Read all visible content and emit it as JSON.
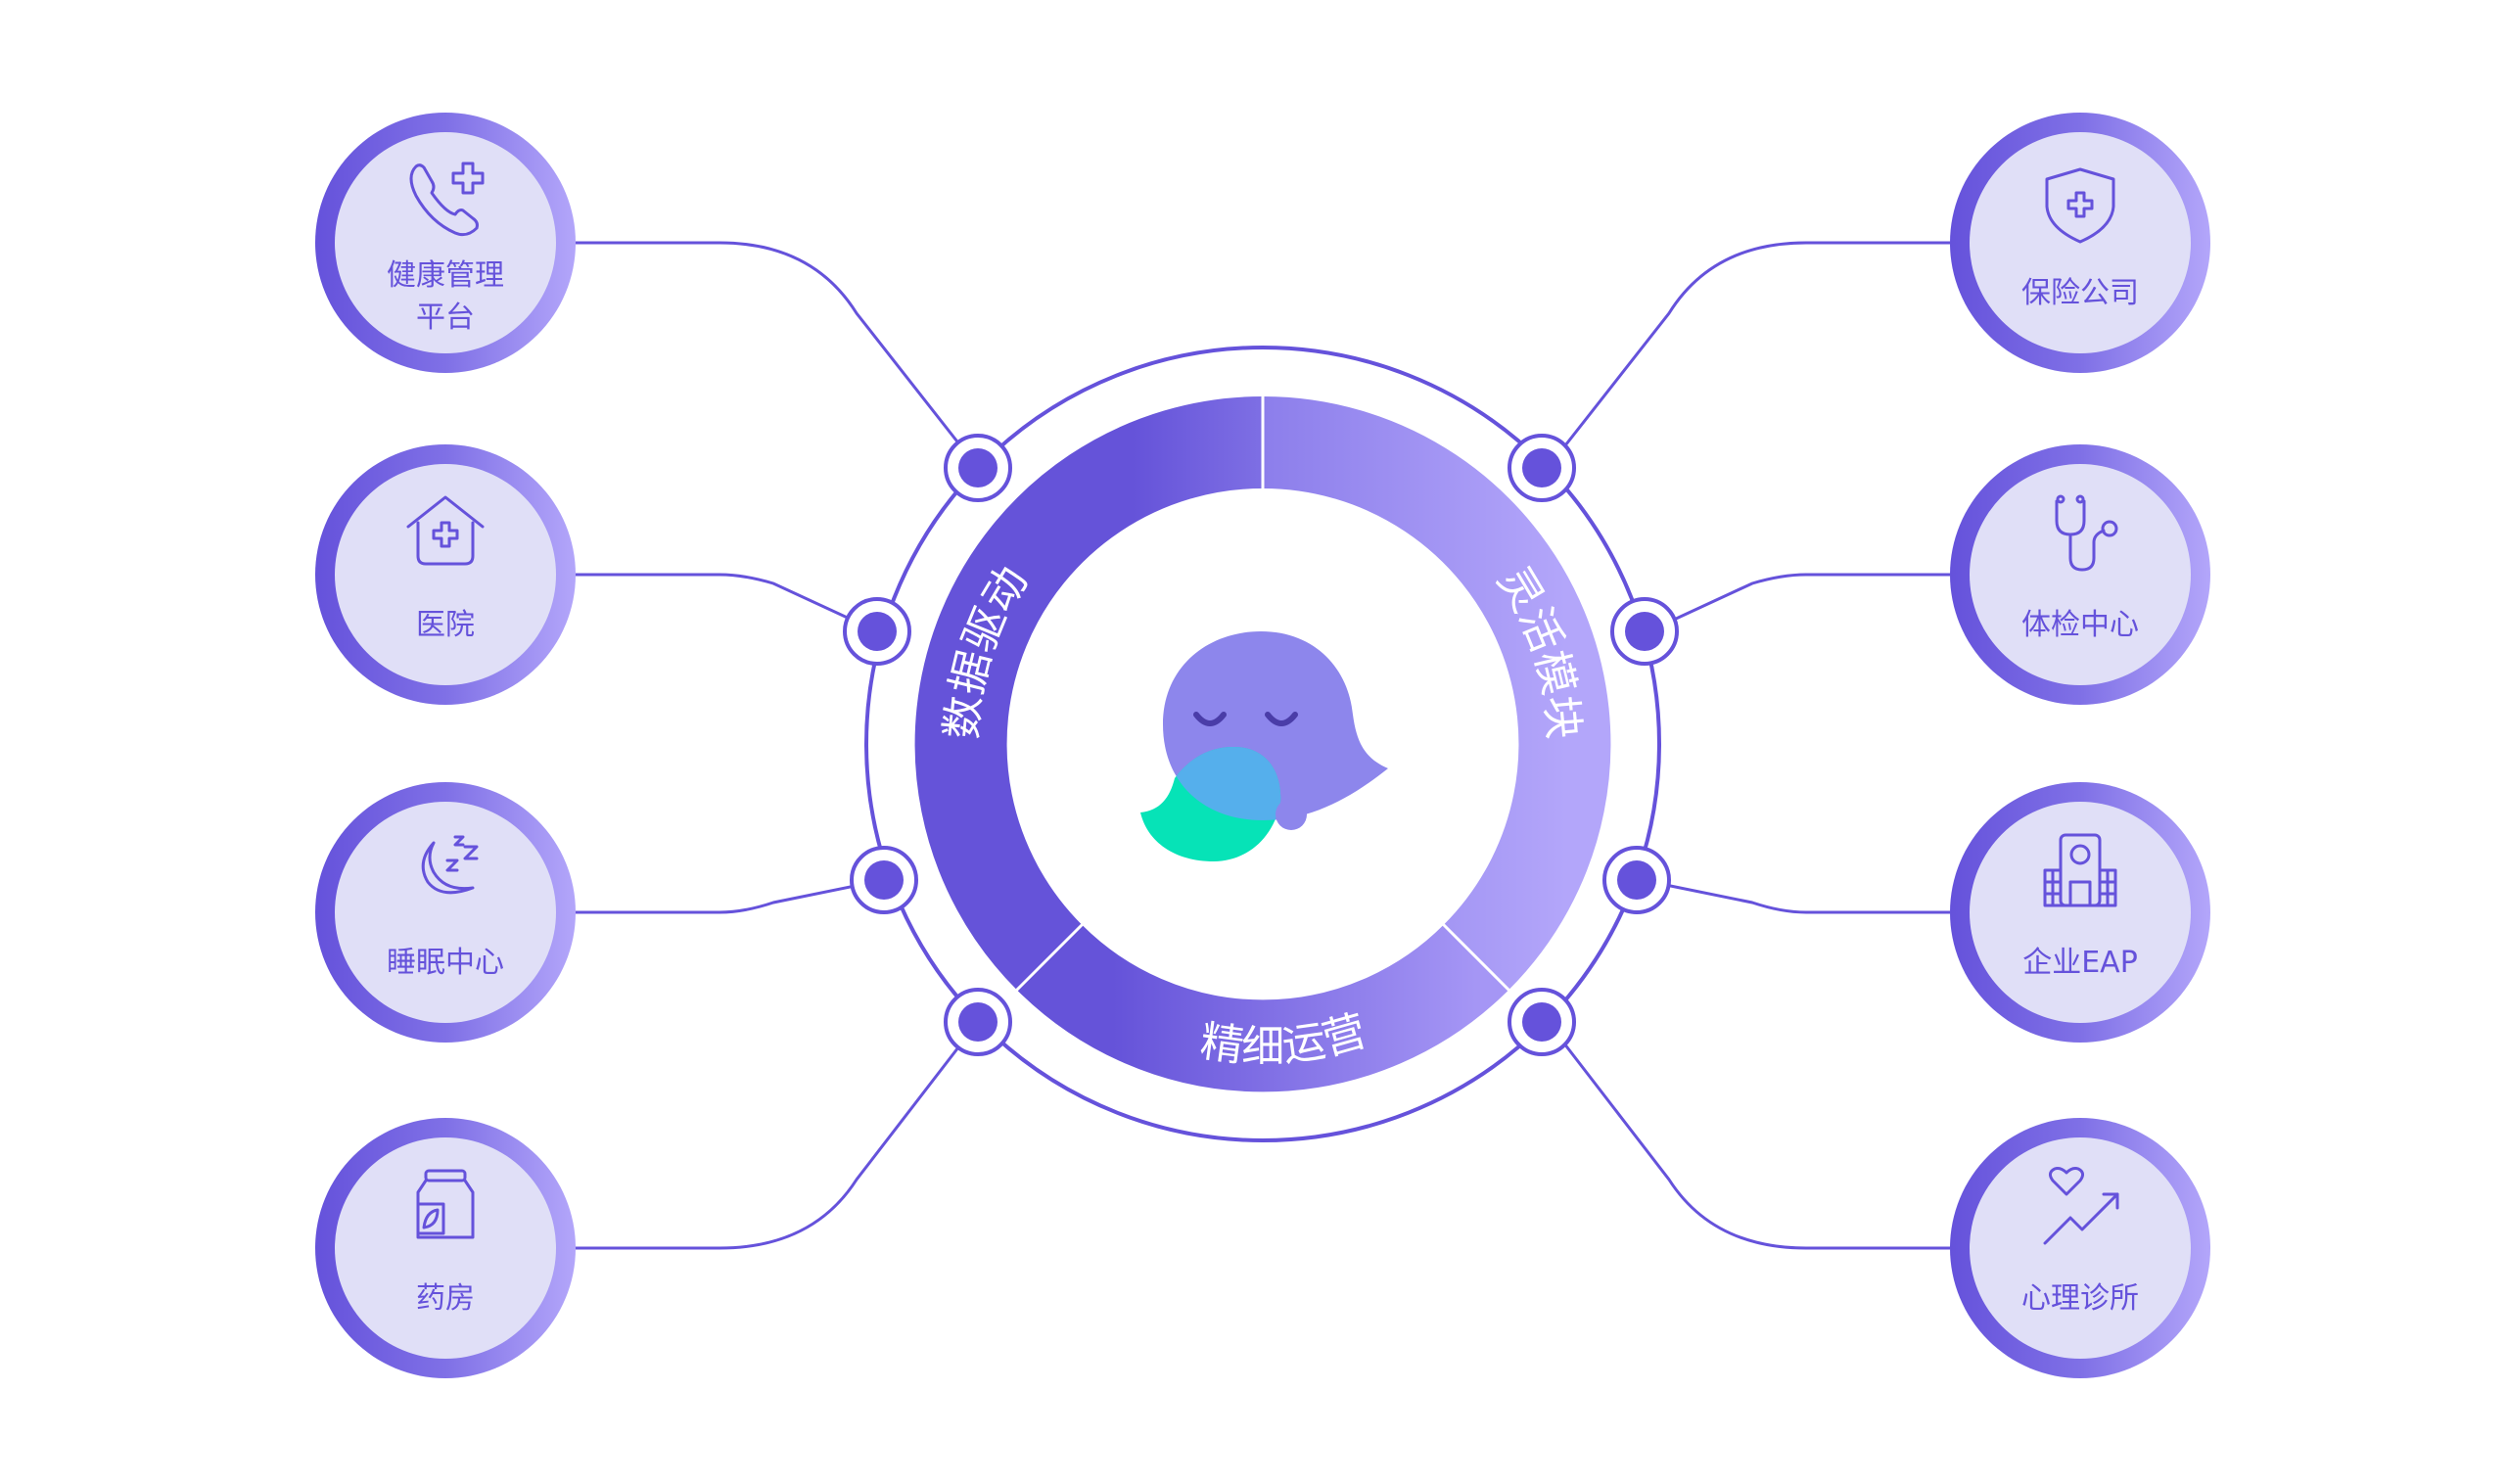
{
  "center": {
    "segments": [
      {
        "label": "数据驱动"
      },
      {
        "label": "灵活模块"
      },
      {
        "label": "精细运营"
      }
    ],
    "mascot_icon": "chat-bubble-mascot-icon"
  },
  "left_nodes": [
    {
      "label_line1": "健康管理",
      "label_line2": "平台",
      "icon": "phone-plus-icon"
    },
    {
      "label": "医院",
      "icon": "hospital-house-icon"
    },
    {
      "label": "睡眠中心",
      "icon": "moon-sleep-icon"
    },
    {
      "label": "药房",
      "icon": "medicine-bottle-icon"
    }
  ],
  "right_nodes": [
    {
      "label": "保险公司",
      "icon": "shield-plus-icon"
    },
    {
      "label": "体检中心",
      "icon": "stethoscope-icon"
    },
    {
      "label": "企业EAP",
      "icon": "building-icon"
    },
    {
      "label": "心理诊所",
      "icon": "heart-trend-icon"
    }
  ],
  "colors": {
    "primary": "#6552DB",
    "light": "#B3A6FA",
    "node_bg": "#E0DFF7",
    "green": "#06E3B7",
    "blue": "#55AFEC"
  }
}
